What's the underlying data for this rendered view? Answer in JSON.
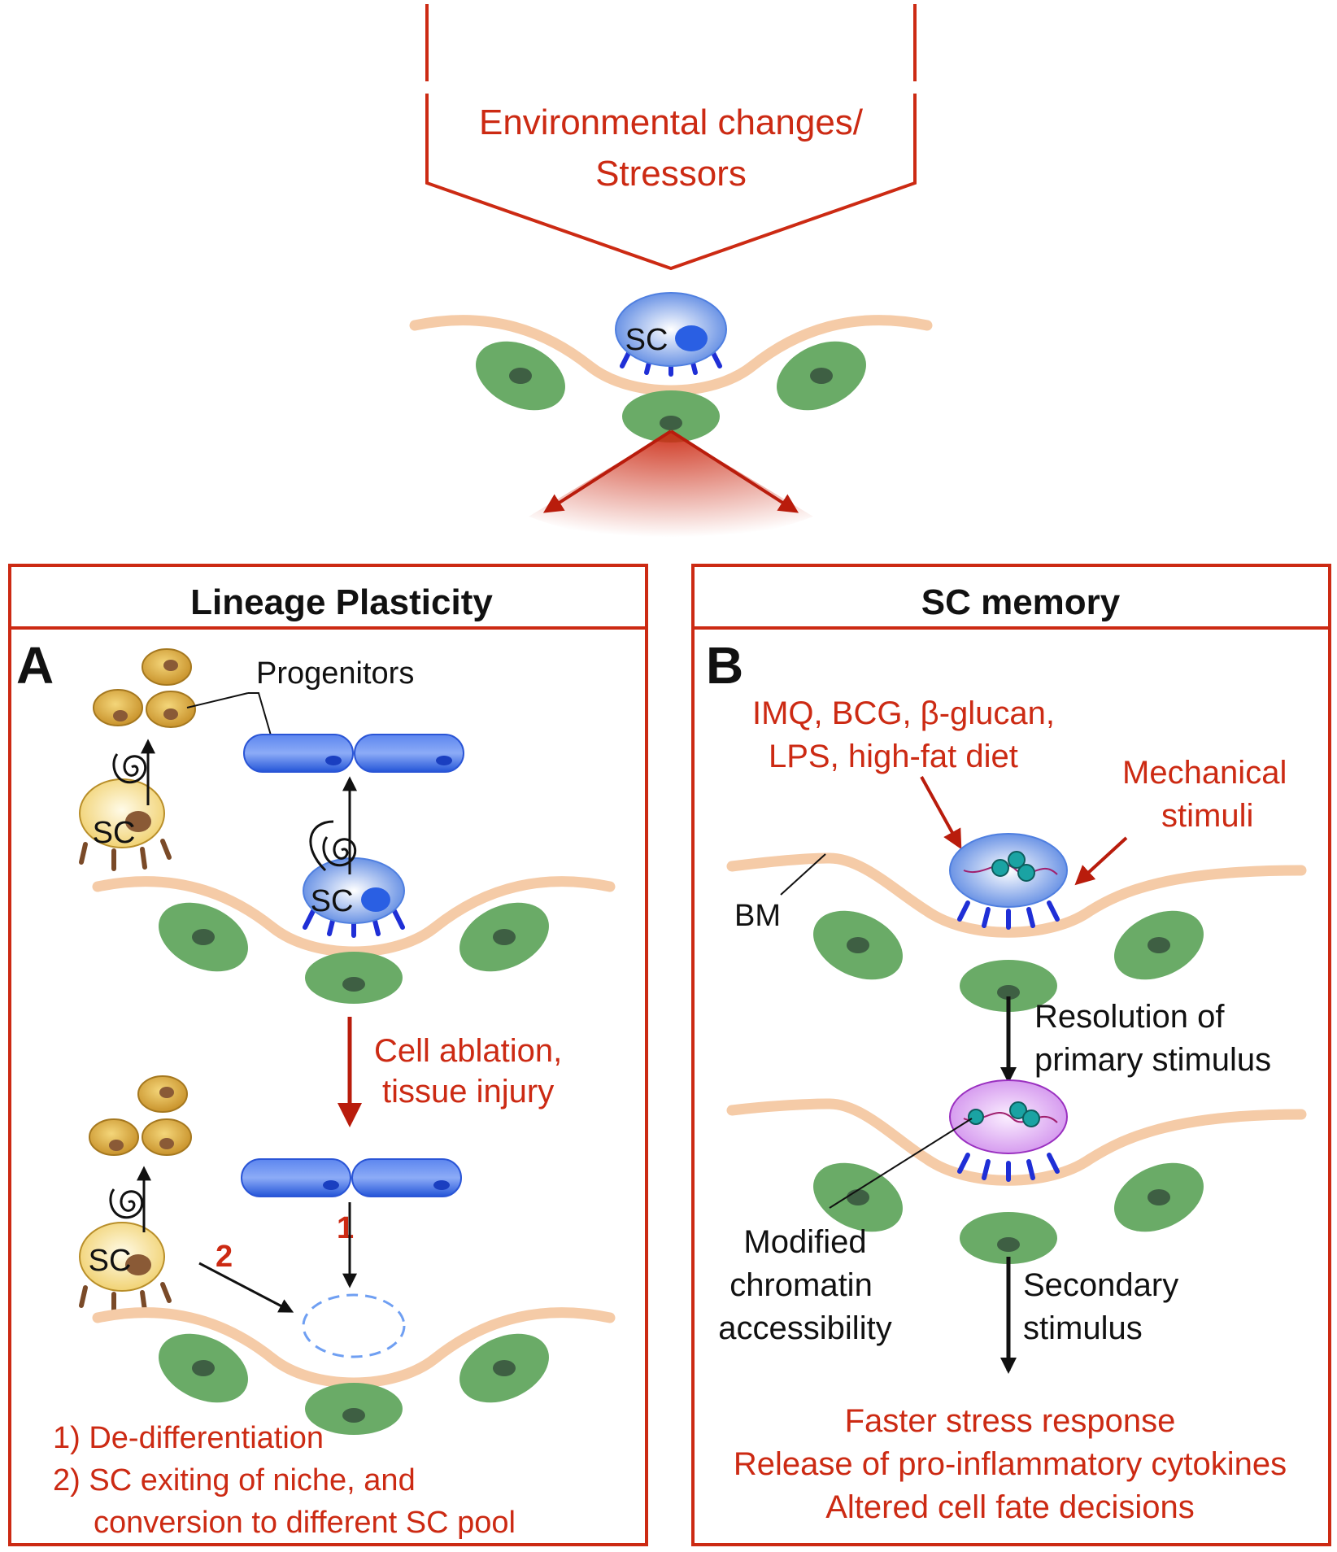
{
  "top": {
    "stressor_line1": "Environmental changes/",
    "stressor_line2": "Stressors",
    "center_cell_label": "SC"
  },
  "panel_a": {
    "title": "Lineage Plasticity",
    "letter": "A",
    "progenitors_label": "Progenitors",
    "sc_label": "SC",
    "injury_line1": "Cell ablation,",
    "injury_line2": "tissue injury",
    "path1_num": "1",
    "path2_num": "2",
    "note1": "1) De-differentiation",
    "note2_line1": "2) SC exiting of niche, and",
    "note2_line2": "conversion to different SC pool"
  },
  "panel_b": {
    "title": "SC memory",
    "letter": "B",
    "stimuli_line1": "IMQ, BCG, β-glucan,",
    "stimuli_line2": "LPS, high-fat diet",
    "mech_line1": "Mechanical",
    "mech_line2": "stimuli",
    "bm_label": "BM",
    "resolution_line1": "Resolution of",
    "resolution_line2": "primary stimulus",
    "modified_line1": "Modified",
    "modified_line2": "chromatin",
    "modified_line3": "accessibility",
    "secondary_line1": "Secondary",
    "secondary_line2": "stimulus",
    "outcome1": "Faster stress response",
    "outcome2": "Release of pro-inflammatory cytokines",
    "outcome3": "Altered cell fate decisions"
  },
  "colors": {
    "accent_red": "#cc2a13",
    "membrane": "#f5cba7",
    "niche_green": "#6aab67",
    "niche_nucleus": "#3e5f43",
    "sc_blue": "#4f7fe0",
    "progenitor_blue": "#3462e0",
    "yellow_sc": "#f3dd8c",
    "progenitor_gold": "#d6a83a",
    "memory_purple": "#d9a7f0",
    "chromatin_teal": "#1aa3a3"
  }
}
